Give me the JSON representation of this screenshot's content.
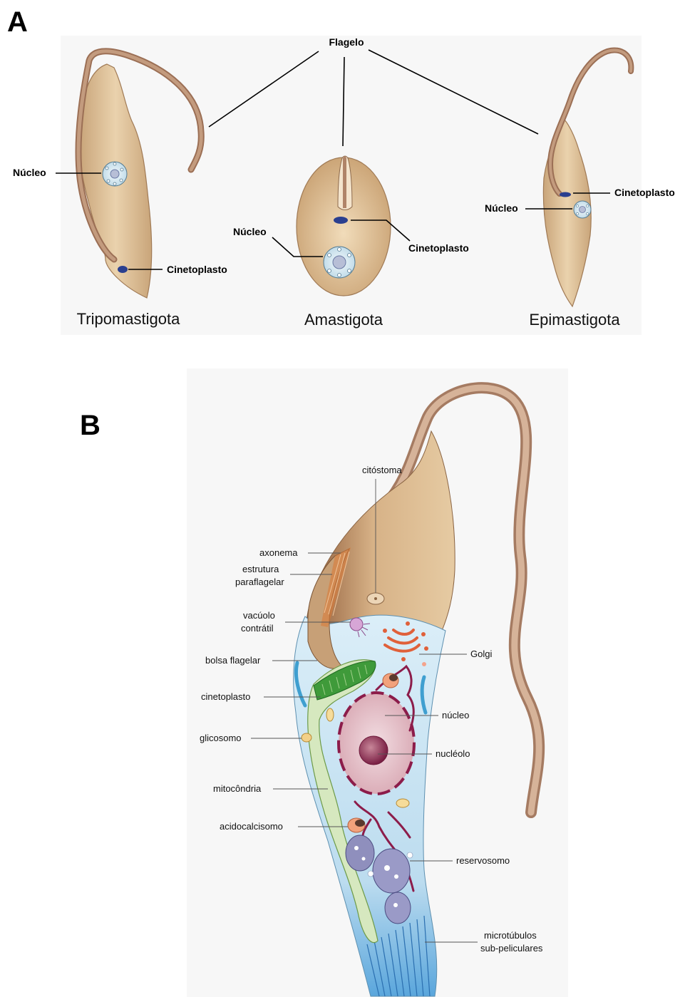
{
  "panel_a": {
    "letter": "A",
    "flagellum_label": "Flagelo",
    "trypomastigote": {
      "name": "Tripomastigota",
      "nucleus_label": "Núcleo",
      "kinetoplast_label": "Cinetoplasto"
    },
    "amastigote": {
      "name": "Amastigota",
      "nucleus_label": "Núcleo",
      "kinetoplast_label": "Cinetoplasto"
    },
    "epimastigote": {
      "name": "Epimastigota",
      "nucleus_label": "Núcleo",
      "kinetoplast_label": "Cinetoplasto"
    }
  },
  "panel_b": {
    "letter": "B",
    "labels": {
      "cytostome": "citóstoma",
      "axoneme": "axonema",
      "paraflagellar_1": "estrutura",
      "paraflagellar_2": "paraflagelar",
      "contractile_1": "vacúolo",
      "contractile_2": "contrátil",
      "flagellar_pocket": "bolsa flagelar",
      "kinetoplast": "cinetoplasto",
      "glycosome": "glicosomo",
      "mitochondrion": "mitocôndria",
      "acidocalcisome": "acidocalcisomo",
      "golgi": "Golgi",
      "nucleus": "núcleo",
      "nucleolus": "nucléolo",
      "reservosome": "reservosomo",
      "microtubules_1": "microtúbulos",
      "microtubules_2": "sub-peliculares"
    }
  },
  "colors": {
    "cell_body": "#d8b98f",
    "flagellum": "#b98c6e",
    "cytoplasm": "#cfe6f3",
    "nucleus": "#e8c4cc",
    "mitochondrion": "#cfe3b8",
    "kinetoplast_dna": "#3f9a3a",
    "kinetoplast_small": "#2a3f8f",
    "golgi": "#e0603a",
    "er": "#8c1c4a"
  }
}
